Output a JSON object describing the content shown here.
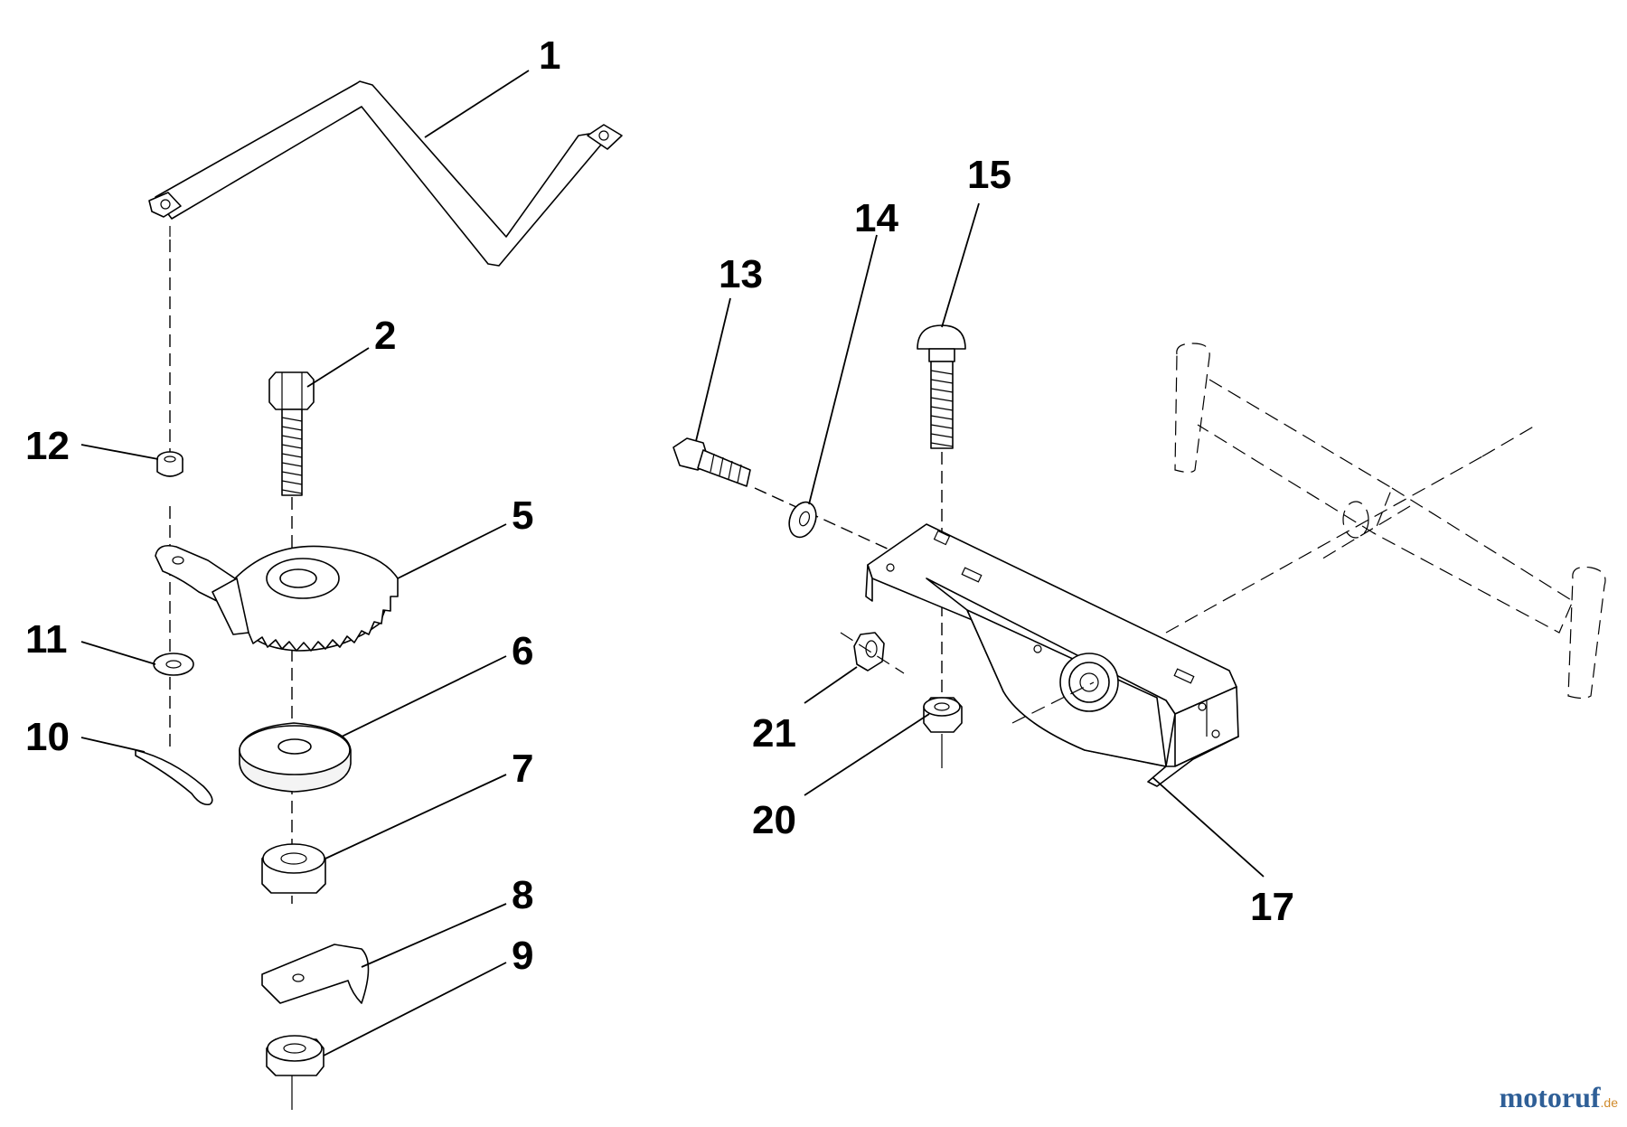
{
  "diagram": {
    "callouts": {
      "c1": "1",
      "c2": "2",
      "c5": "5",
      "c6": "6",
      "c7": "7",
      "c8": "8",
      "c9": "9",
      "c10": "10",
      "c11": "11",
      "c12": "12",
      "c13": "13",
      "c14": "14",
      "c15": "15",
      "c17": "17",
      "c20": "20",
      "c21": "21"
    }
  },
  "watermark": {
    "main": "motoruf",
    "suffix": ".de",
    "color": "#2f5f97",
    "suffix_color": "#d08a2a"
  }
}
